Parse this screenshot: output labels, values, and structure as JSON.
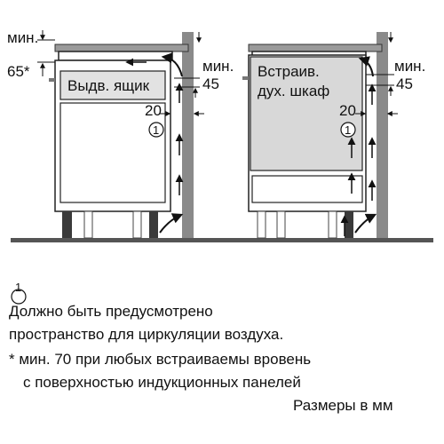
{
  "left": {
    "min_label": "мин.",
    "min_value": "65*",
    "side_min_label": "мин.",
    "side_min_value": "45",
    "drawer_label": "Выдв. ящик",
    "gap_value": "20",
    "circle_marker": "1"
  },
  "right": {
    "oven_line1": "Встраив.",
    "oven_line2": "дух. шкаф",
    "side_min_label": "мин.",
    "side_min_value": "45",
    "gap_value": "20",
    "circle_marker": "1"
  },
  "legend": {
    "marker": "1",
    "line1": "Должно быть предусмотрено",
    "line2": "пространство для циркуляции воздуха.",
    "line3": "* мин. 70 при любых встраиваемы вровень",
    "line4": "с поверхностью индукционных панелей",
    "units": "Размеры в мм"
  }
}
